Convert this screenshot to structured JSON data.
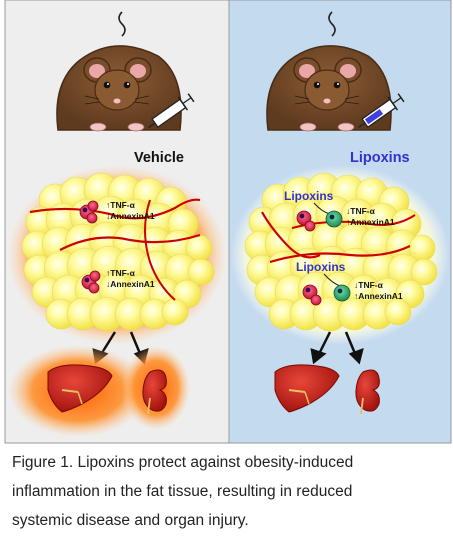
{
  "left_panel": {
    "treatment_label": "Vehicle",
    "cluster_1": {
      "tnf": "TNF-α",
      "annexin": "AnnexinA1"
    },
    "cluster_2": {
      "tnf": "TNF-α",
      "annexin": "AnnexinA1"
    }
  },
  "right_panel": {
    "treatment_label": "Lipoxins",
    "cluster_1": {
      "lipoxins": "Lipoxins",
      "tnf": "TNF-α",
      "annexin": "AnnexinA1"
    },
    "cluster_2": {
      "lipoxins": "Lipoxins",
      "tnf": "TNF-α",
      "annexin": "AnnexinA1"
    }
  },
  "caption": {
    "line1": "Figure 1. Lipoxins protect against obesity-induced",
    "line2": "inflammation in the fat tissue, resulting in reduced",
    "line3": "systemic disease and organ injury."
  },
  "colors": {
    "left_background": "#eeeeee",
    "right_background": "#c4daef",
    "inflammation_glow": "#ff6a00",
    "resolved_glow": "#ffffa0",
    "fat_cell": "#fff780",
    "mouse_fur": "#7a4e2c",
    "vessel": "#cc0000",
    "lipoxin_text": "#3333cc",
    "vehicle_syringe_fill": "#ffffff",
    "lipoxin_syringe_fill": "#3f3fe0"
  }
}
